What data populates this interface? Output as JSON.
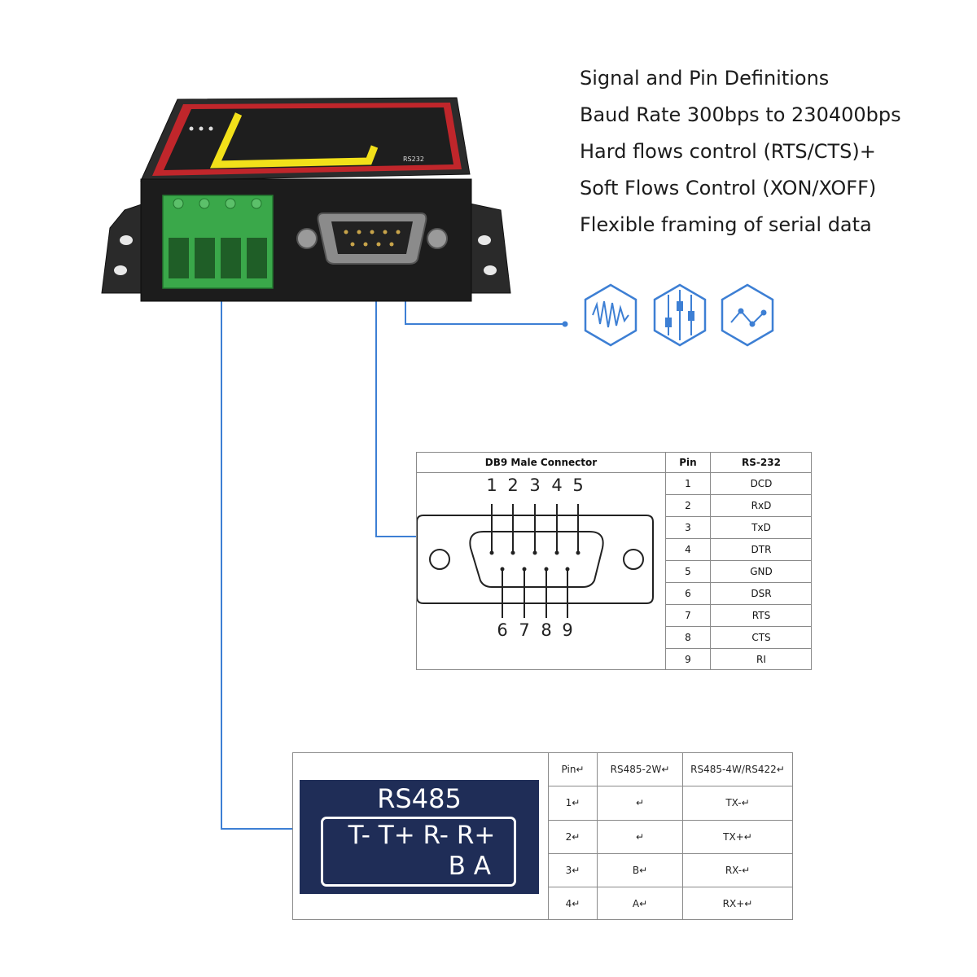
{
  "features": [
    "Signal and Pin Definitions",
    "Baud Rate 300bps to 230400bps",
    "Hard flows control (RTS/CTS)+",
    "Soft Flows Control (XON/XOFF)",
    "Flexible framing of serial data"
  ],
  "device": {
    "top_label_rs232": "RS232",
    "body_color": "#1c1c1c",
    "panel_color": "#c0262b",
    "terminal_color": "#3aa84a"
  },
  "icons": [
    "waveform-icon",
    "circuit-icon",
    "line-graph-icon"
  ],
  "accent_color": "#3d7fd4",
  "db9": {
    "title": "DB9 Male Connector",
    "pin_header": "Pin",
    "signal_header": "RS-232",
    "top_pins": [
      "1",
      "2",
      "3",
      "4",
      "5"
    ],
    "bottom_pins": [
      "6",
      "7",
      "8",
      "9"
    ],
    "rows": [
      {
        "pin": "1",
        "signal": "DCD"
      },
      {
        "pin": "2",
        "signal": "RxD"
      },
      {
        "pin": "3",
        "signal": "TxD"
      },
      {
        "pin": "4",
        "signal": "DTR"
      },
      {
        "pin": "5",
        "signal": "GND"
      },
      {
        "pin": "6",
        "signal": "DSR"
      },
      {
        "pin": "7",
        "signal": "RTS"
      },
      {
        "pin": "8",
        "signal": "CTS"
      },
      {
        "pin": "9",
        "signal": "RI"
      }
    ]
  },
  "rs485": {
    "panel_title": "RS485",
    "terminals": "T-  T+  R-  R+",
    "terminals_ba": "B   A",
    "headers": [
      "Pin↵",
      "RS485-2W↵",
      "RS485-4W/RS422↵"
    ],
    "rows": [
      {
        "pin": "1↵",
        "two_wire": "↵",
        "four_wire": "TX-↵"
      },
      {
        "pin": "2↵",
        "two_wire": "↵",
        "four_wire": "TX+↵"
      },
      {
        "pin": "3↵",
        "two_wire": "B↵",
        "four_wire": "RX-↵"
      },
      {
        "pin": "4↵",
        "two_wire": "A↵",
        "four_wire": "RX+↵"
      }
    ]
  }
}
